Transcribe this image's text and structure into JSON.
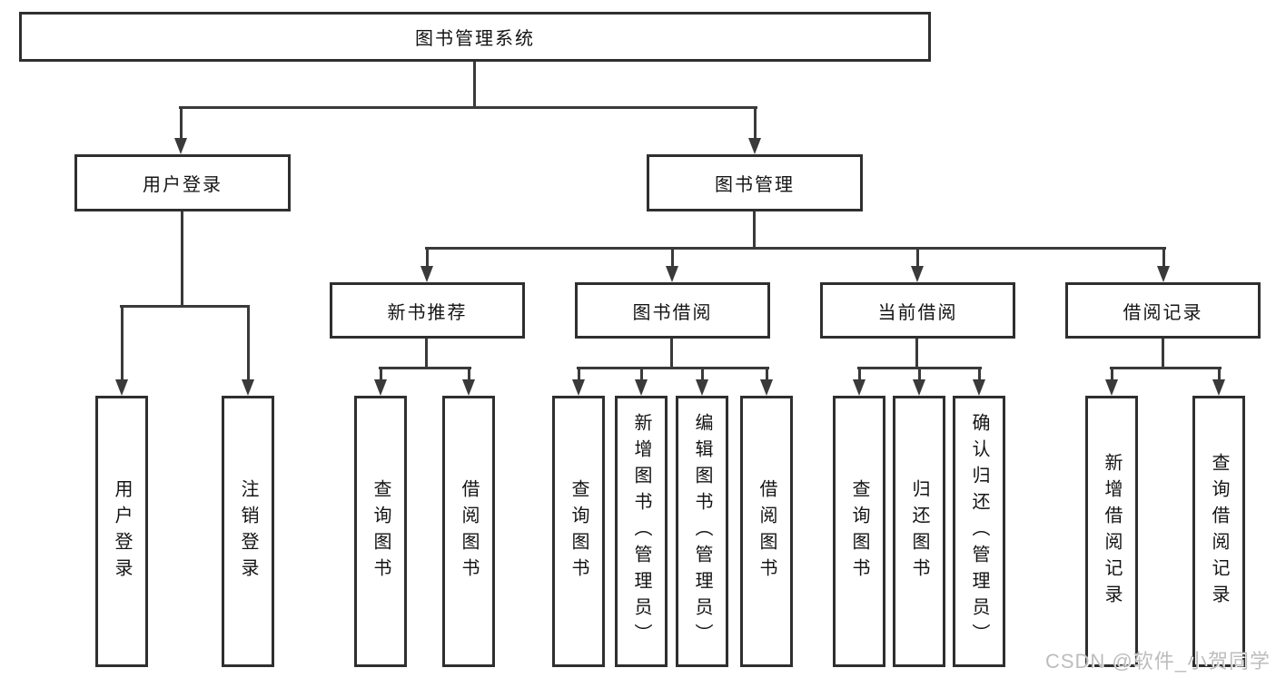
{
  "diagram": {
    "title": "图书管理系统",
    "root": {
      "label": "图书管理系统"
    },
    "branches": [
      {
        "label": "用户登录",
        "children": [
          "用户登录",
          "注销登录"
        ]
      },
      {
        "label": "图书管理",
        "sections": [
          {
            "label": "新书推荐",
            "children": [
              "查询图书",
              "借阅图书"
            ]
          },
          {
            "label": "图书借阅",
            "children": [
              "查询图书",
              "新增图书（管理员）",
              "编辑图书（管理员）",
              "借阅图书"
            ]
          },
          {
            "label": "当前借阅",
            "children": [
              "查询图书",
              "归还图书",
              "确认归还（管理员）"
            ]
          },
          {
            "label": "借阅记录",
            "children": [
              "新增借阅记录",
              "查询借阅记录"
            ]
          }
        ]
      }
    ]
  },
  "watermark": {
    "text": "CSDN @软件_小贺同学",
    "color": "#bdbdbd"
  },
  "colors": {
    "background": "#ffffff",
    "box_border": "#2f2f2f",
    "connector_line": "#3a3a3a",
    "text": "#141414"
  }
}
